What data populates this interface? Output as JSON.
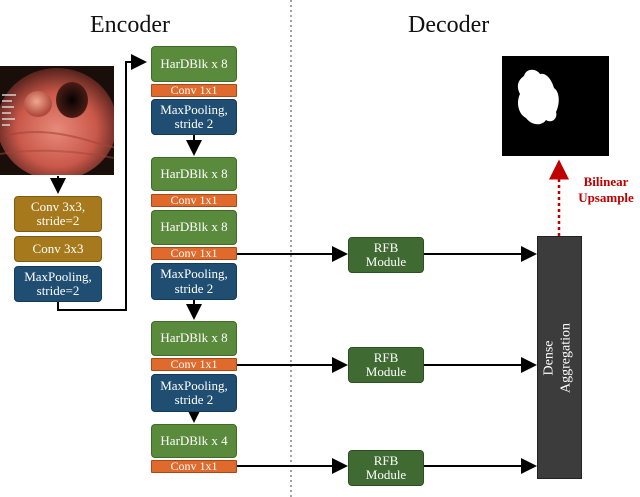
{
  "headers": {
    "encoder": "Encoder",
    "decoder": "Decoder"
  },
  "stem": {
    "conv1": "Conv 3x3, stride=2",
    "conv2": "Conv 3x3",
    "pool": "MaxPooling, stride=2"
  },
  "encoder": {
    "b1": "HarDBlk x 8",
    "c1": "Conv 1x1",
    "p1": "MaxPooling, stride 2",
    "b2": "HarDBlk x 8",
    "c2": "Conv 1x1",
    "b3": "HarDBlk x 8",
    "c3": "Conv 1x1",
    "p3": "MaxPooling, stride 2",
    "b4": "HarDBlk x 8",
    "c4": "Conv 1x1",
    "p4": "MaxPooling, stride 2",
    "b5": "HarDBlk x 4",
    "c5": "Conv 1x1"
  },
  "rfb": {
    "r1": "RFB Module",
    "r2": "RFB Module",
    "r3": "RFB Module"
  },
  "aggregation": {
    "label_line1": "Dense",
    "label_line2": "Aggregation"
  },
  "upsample": {
    "line1": "Bilinear",
    "line2": "Upsample"
  },
  "colors": {
    "hardblk": "#5a8a3c",
    "conv1x1": "#e06a2c",
    "pool": "#1f4e72",
    "stem_conv": "#a67a1c",
    "rfb": "#3f6b33",
    "aggregation": "#3c3c3c",
    "upsample_arrow": "#c00000"
  }
}
